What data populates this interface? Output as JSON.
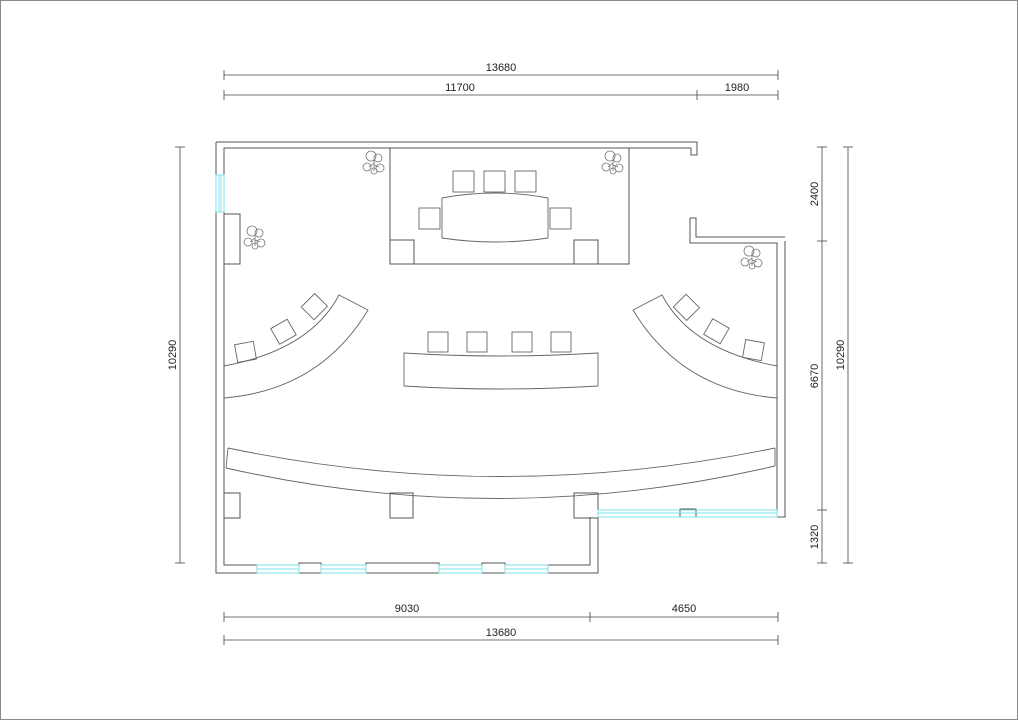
{
  "drawing": {
    "dimensions": {
      "top_total": "13680",
      "top_left": "11700",
      "top_right": "1980",
      "bottom_left": "9030",
      "bottom_right": "4650",
      "bottom_total": "13680",
      "left_total": "10290",
      "right_top": "2400",
      "right_middle": "6670",
      "right_bottom": "1320",
      "right_total": "10290"
    },
    "colors": {
      "wall": "#555555",
      "window": "#7fe3e8"
    }
  }
}
